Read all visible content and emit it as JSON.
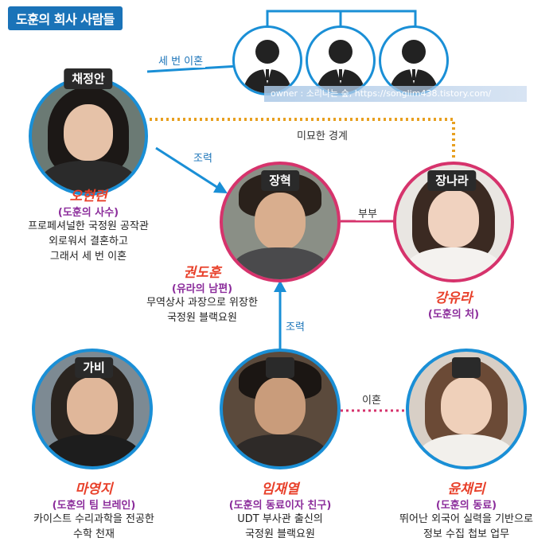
{
  "header": {
    "title": "도훈의 회사 사람들"
  },
  "watermark": "owner : 소리나는 숲, https://songlim438.tistory.com/",
  "colors": {
    "blue": "#1a8fd6",
    "pink": "#d6336c",
    "orange": "#e8a020",
    "name_red": "#e8402a",
    "rel_purple": "#8b2c9b"
  },
  "icons": {
    "unknown_person": "person-silhouette-icon"
  },
  "edges": {
    "three_divorces": "세 번 이혼",
    "subtle_tension": "미묘한 경계",
    "cooperation_top": "조력",
    "married": "부부",
    "cooperation_bottom": "조력",
    "divorced": "이혼"
  },
  "people": {
    "chae_jeongan": {
      "name": "채정안",
      "role": "오현련",
      "relation": "(도훈의 사수)",
      "desc": [
        "프로페셔널한 국정원 공작관",
        "외로워서 결혼하고",
        "그래서 세 번 이혼"
      ]
    },
    "jang_hyuk": {
      "name": "장혁",
      "role": "권도훈",
      "relation": "(유라의 남편)",
      "desc": [
        "무역상사 과장으로 위장한",
        "국정원 블랙요원"
      ]
    },
    "jang_nara": {
      "name": "장나라",
      "role": "강유라",
      "relation": "(도훈의 처)",
      "desc": []
    },
    "gabi": {
      "name": "가비",
      "role": "마영지",
      "relation": "(도훈의 팀 브레인)",
      "desc": [
        "카이스트 수리과학을 전공한",
        "수학 천재"
      ]
    },
    "im_jaeyeol": {
      "name": "",
      "role": "임재열",
      "relation": "(도훈의 동료이자 친구)",
      "desc": [
        "UDT 부사관 출신의",
        "국정원 블랙요원"
      ]
    },
    "yun_chaeri": {
      "name": "",
      "role": "윤채리",
      "relation": "(도훈의 동료)",
      "desc": [
        "뛰어난 외국어 실력을 기반으로",
        "정보 수집 첩보 업무"
      ]
    }
  }
}
